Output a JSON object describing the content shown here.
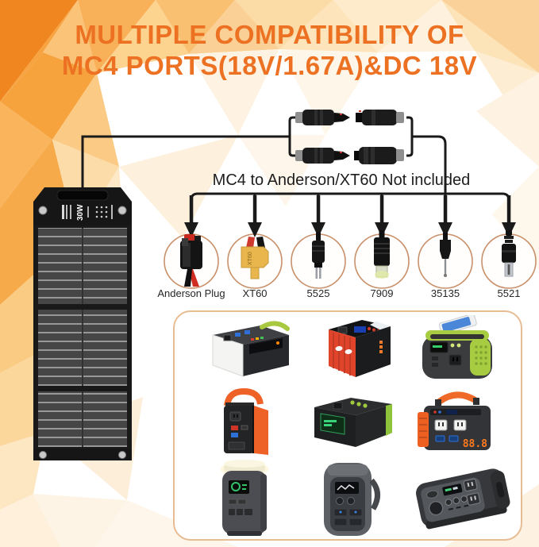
{
  "title": {
    "line1": "MULTIPLE COMPATIBILITY OF",
    "line2": "MC4 PORTS(18V/1.67A)&DC 18V"
  },
  "note": "MC4 to Anderson/XT60 Not included",
  "solar_panel": {
    "wattage_label": "30W"
  },
  "connectors": [
    {
      "label": "Anderson Plug"
    },
    {
      "label": "XT60",
      "body_text": "XT60"
    },
    {
      "label": "5525"
    },
    {
      "label": "7909"
    },
    {
      "label": "35135"
    },
    {
      "label": "5521"
    }
  ],
  "power_stations": {
    "display_value": "88.8"
  },
  "colors": {
    "accent_orange": "#ED7122",
    "line_black": "#1A1A1A",
    "circle_ring": "#C9906A",
    "box_border": "#E7BC92",
    "xt60_yellow": "#E9B54D"
  }
}
